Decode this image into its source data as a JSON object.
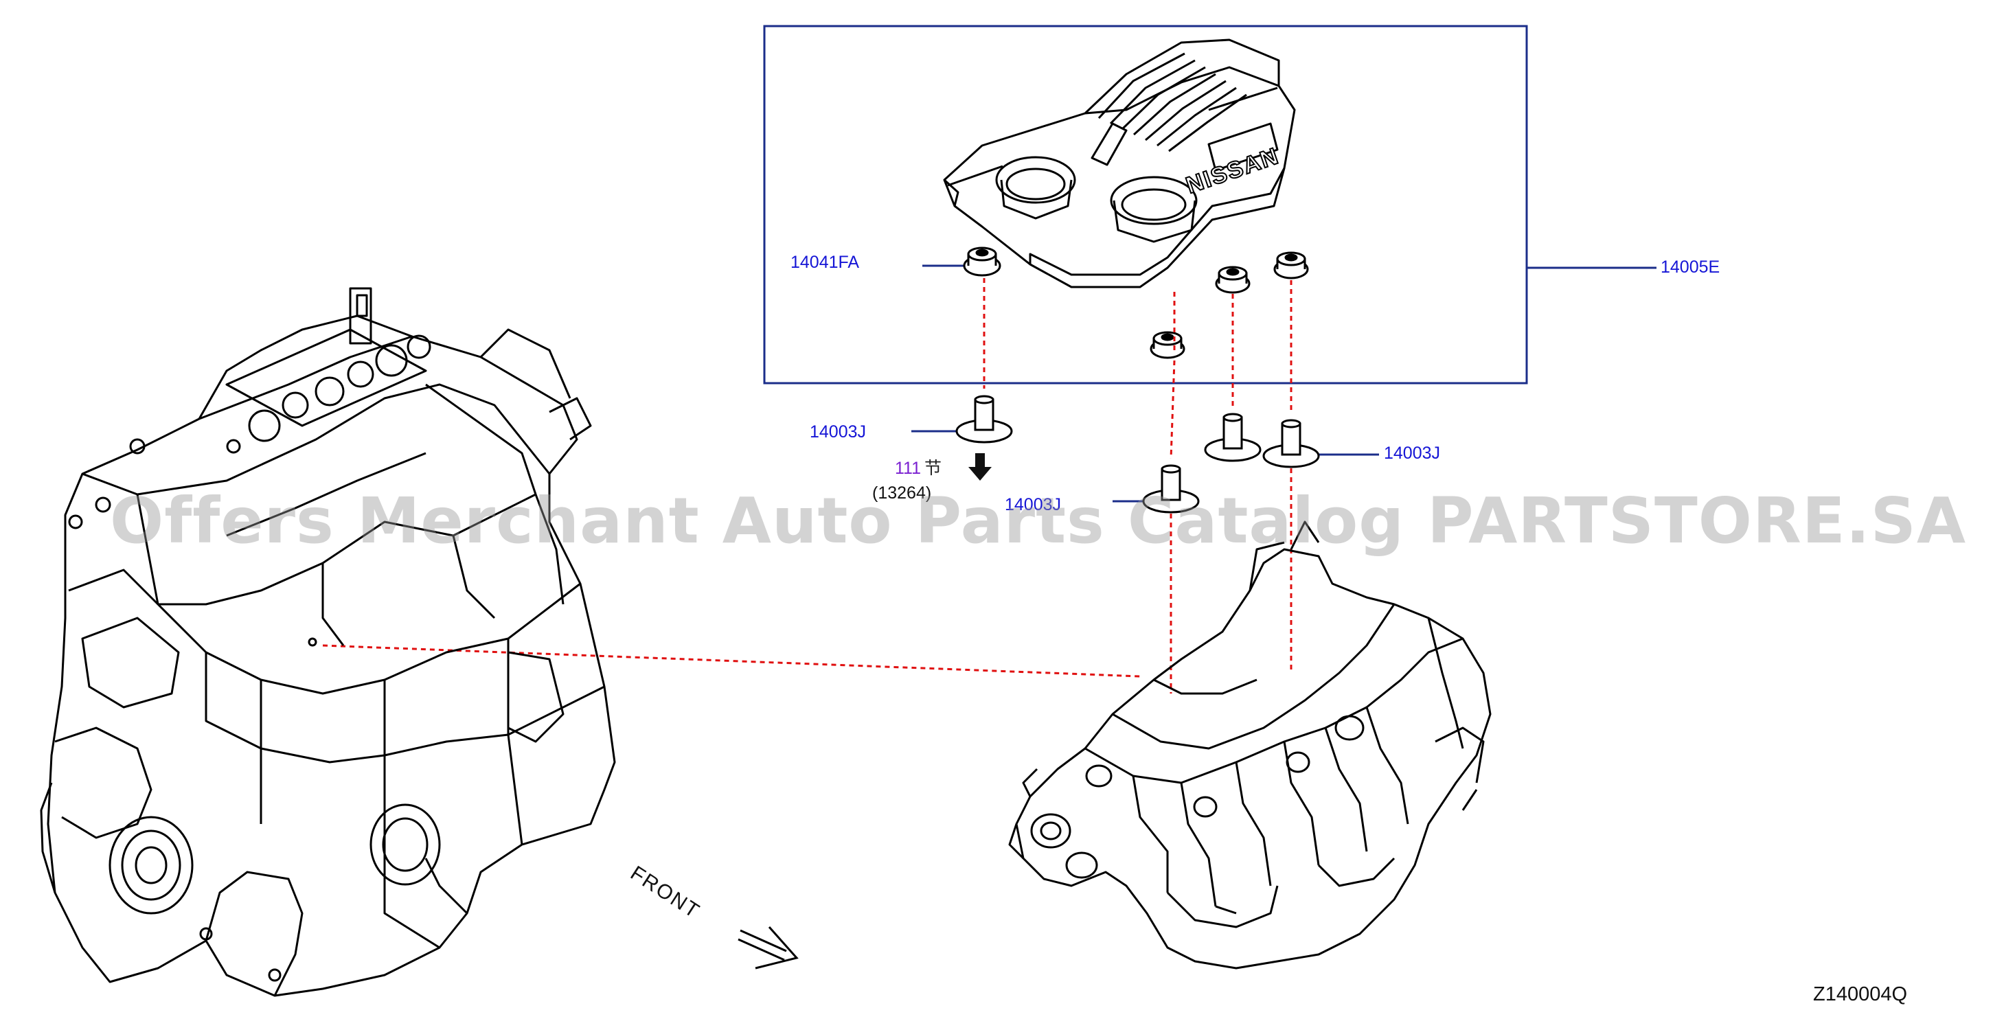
{
  "diagram": {
    "code": "Z140004Q",
    "front_label": "FRONT",
    "watermark": "Offers Merchant Auto Parts Catalog PARTSTORE.SA"
  },
  "cover": {
    "brand": "NISSAN"
  },
  "parts": {
    "clip_14041fa": "14041FA",
    "cover_14005e": "14005E",
    "bolt_left": "14003J",
    "bolt_right": "14003J",
    "bolt_center": "14003J"
  },
  "reference": {
    "number": "111",
    "suffix": "节",
    "subgroup": "(13264)"
  }
}
